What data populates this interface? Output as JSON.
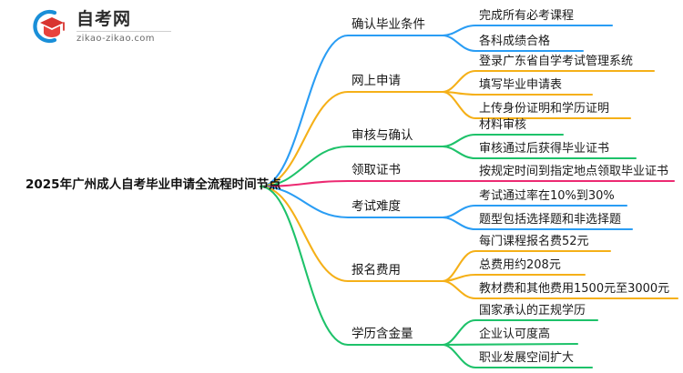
{
  "logo": {
    "name_zh": "自考网",
    "domain": "zikao-zikao.com",
    "mark_icon": "graduation-cap-arc-logo"
  },
  "mindmap": {
    "root": {
      "label": "2025年广州成人自考毕业申请全流程时间节点"
    },
    "branches": [
      {
        "label": "确认毕业条件",
        "color": "#2a9df4",
        "children": [
          {
            "label": "完成所有必考课程"
          },
          {
            "label": "各科成绩合格"
          }
        ]
      },
      {
        "label": "网上申请",
        "color": "#f5b018",
        "children": [
          {
            "label": "登录广东省自学考试管理系统"
          },
          {
            "label": "填写毕业申请表"
          },
          {
            "label": "上传身份证明和学历证明"
          }
        ]
      },
      {
        "label": "审核与确认",
        "color": "#1ec26a",
        "children": [
          {
            "label": "材料审核"
          },
          {
            "label": "审核通过后获得毕业证书"
          }
        ]
      },
      {
        "label": "领取证书",
        "color": "#ec2a72",
        "children": [
          {
            "label": "按规定时间到指定地点领取毕业证书"
          }
        ]
      },
      {
        "label": "考试难度",
        "color": "#2a9df4",
        "children": [
          {
            "label": "考试通过率在10%到30%"
          },
          {
            "label": "题型包括选择题和非选择题"
          }
        ]
      },
      {
        "label": "报名费用",
        "color": "#f5b018",
        "children": [
          {
            "label": "每门课程报名费52元"
          },
          {
            "label": "总费用约208元"
          },
          {
            "label": "教材费和其他费用1500元至3000元"
          }
        ]
      },
      {
        "label": "学历含金量",
        "color": "#1ec26a",
        "children": [
          {
            "label": "国家承认的正规学历"
          },
          {
            "label": "企业认可度高"
          },
          {
            "label": "职业发展空间扩大"
          }
        ]
      }
    ]
  }
}
